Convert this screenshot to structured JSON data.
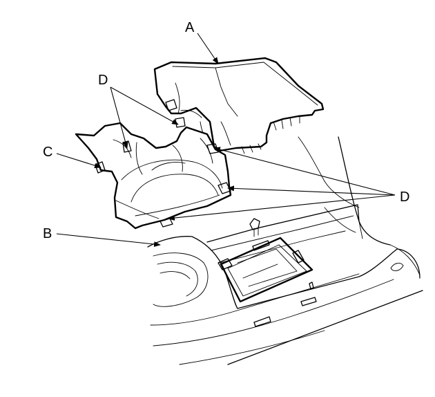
{
  "callouts": {
    "a": "A",
    "b": "B",
    "c": "C",
    "d_left": "D",
    "d_right": "D"
  },
  "colors": {
    "line": "#000000",
    "background": "#ffffff"
  }
}
